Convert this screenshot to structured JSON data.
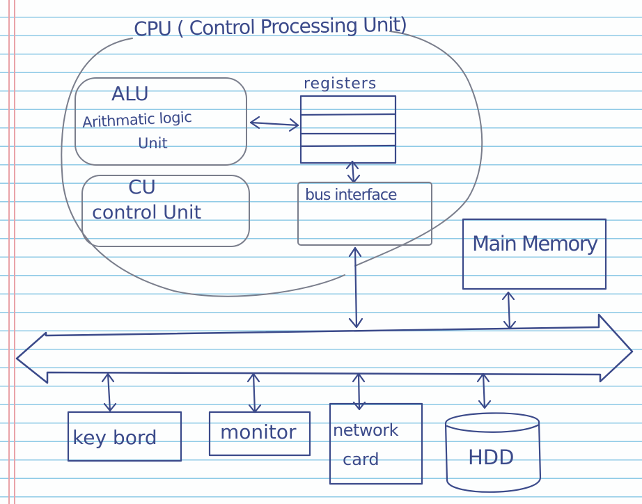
{
  "colors": {
    "ink": "#3b4a8a",
    "pencil": "#7a7e8c",
    "paper_line": "#8ecae6",
    "margin": "#e9a3a8"
  },
  "cpu": {
    "title": "CPU ( Control Processing Unit)"
  },
  "alu": {
    "title": "ALU",
    "subtitle_line1": "Arithmatic logic",
    "subtitle_line2": "Unit"
  },
  "cu": {
    "title": "CU",
    "subtitle": "control Unit"
  },
  "registers": {
    "label": "registers"
  },
  "bus_interface": {
    "label": "bus interface"
  },
  "main_memory": {
    "label": "Main Memory"
  },
  "devices": {
    "keyboard": "key bord",
    "monitor": "monitor",
    "network_line1": "network",
    "network_line2": "card",
    "hdd": "HDD"
  }
}
